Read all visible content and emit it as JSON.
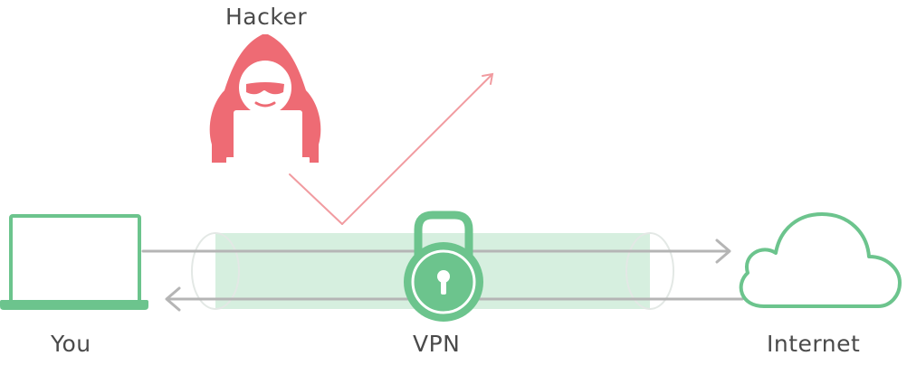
{
  "labels": {
    "hacker": "Hacker",
    "you": "You",
    "vpn": "VPN",
    "internet": "Internet"
  },
  "colors": {
    "green": "#6cc48d",
    "tunnel_fill": "#d6efdf",
    "tunnel_outline": "#e3e8e5",
    "hacker": "#ee6b74",
    "arrow": "#b5b5b5",
    "deflect_line": "#f19ba0",
    "text": "#4a4a4a"
  },
  "icons": {
    "user_device": "laptop-icon",
    "vpn": "padlock-icon",
    "destination": "cloud-icon",
    "attacker": "hooded-hacker-icon"
  }
}
